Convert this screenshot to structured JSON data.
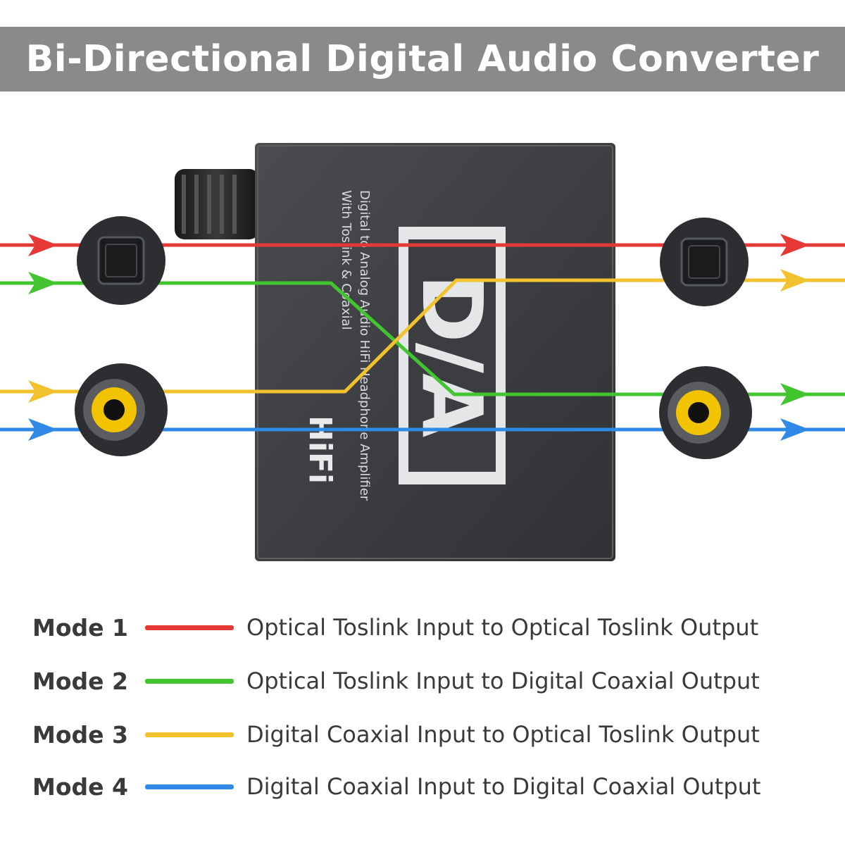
{
  "title": "Bi-Directional Digital Audio Converter",
  "device": {
    "label_line1": "Digital to Analog Audio HiFi Headphone Amplifier",
    "label_line2": "With Toslink & Coaxial",
    "logo": "D/A",
    "badge": "HiFi",
    "color": "#3b3d40"
  },
  "colors": {
    "mode1": "#e53935",
    "mode2": "#43c431",
    "mode3": "#f2c12e",
    "mode4": "#2e8ae6"
  },
  "legend": [
    {
      "mode": "Mode 1",
      "description": "Optical Toslink Input to Optical Toslink Output",
      "color": "#e53935"
    },
    {
      "mode": "Mode 2",
      "description": "Optical Toslink Input to Digital Coaxial Output",
      "color": "#43c431"
    },
    {
      "mode": "Mode 3",
      "description": "Digital Coaxial Input to Optical Toslink Output",
      "color": "#f2c12e"
    },
    {
      "mode": "Mode 4",
      "description": "Digital Coaxial Input to Digital Coaxial Output",
      "color": "#2e8ae6"
    }
  ]
}
